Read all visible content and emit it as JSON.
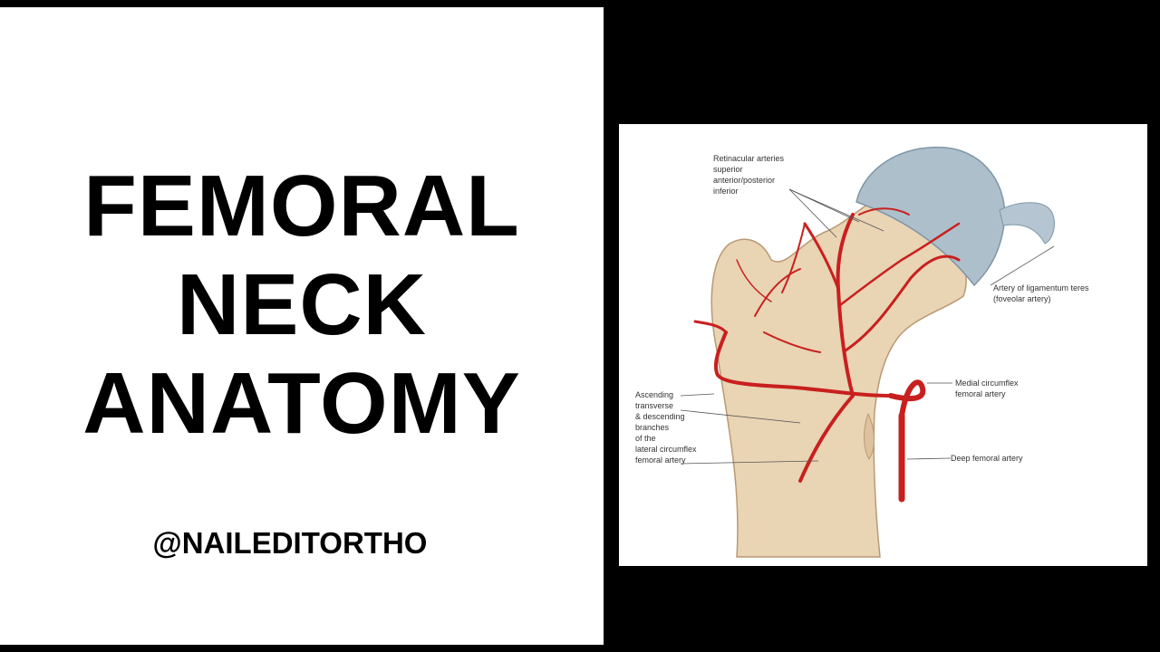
{
  "title_lines": [
    "FEMORAL",
    "NECK",
    "ANATOMY"
  ],
  "handle": "@NAILEDITORTHO",
  "diagram": {
    "retinacular": [
      "Retinacular arteries",
      "superior",
      "anterior/posterior",
      "inferior"
    ],
    "ligamentum": [
      "Artery of ligamentum teres",
      "(foveolar artery)"
    ],
    "medial_circumflex": [
      "Medial circumflex",
      "femoral artery"
    ],
    "lateral_circumflex": [
      "Ascending",
      "transverse",
      "& descending",
      "branches",
      "of the",
      "lateral circumflex",
      "femoral artery"
    ],
    "deep_femoral": "Deep femoral artery"
  },
  "colors": {
    "artery": "#c8201e",
    "bone": "#e9d4b4",
    "cartilage": "#aebfcc",
    "background_dark": "#000000",
    "panel_light": "#ffffff"
  }
}
